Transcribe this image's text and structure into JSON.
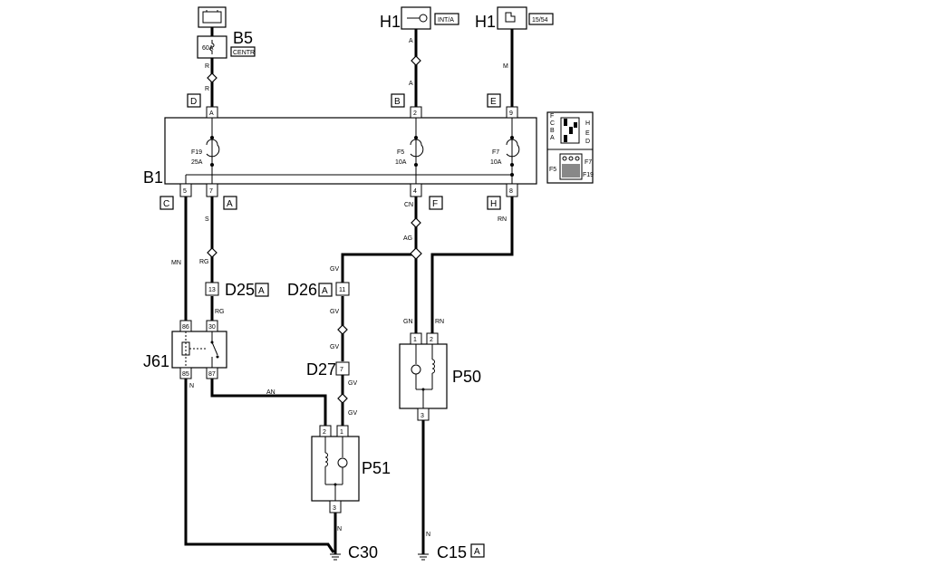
{
  "components": {
    "B5": {
      "name": "B5",
      "fuse": "60A",
      "tag": "CENTR"
    },
    "H1a": {
      "name": "H1",
      "tag": "INT/A"
    },
    "H1b": {
      "name": "H1",
      "tag": "15/54"
    },
    "B1": {
      "name": "B1"
    },
    "D25": {
      "name": "D25",
      "pin": "13",
      "tag": "A"
    },
    "D26": {
      "name": "D26",
      "pin": "11",
      "tag": "A"
    },
    "D27": {
      "name": "D27",
      "pin": "7"
    },
    "J61": {
      "name": "J61",
      "pins": [
        "86",
        "30",
        "85",
        "87"
      ]
    },
    "P50": {
      "name": "P50",
      "pins": [
        "1",
        "2",
        "3"
      ]
    },
    "P51": {
      "name": "P51",
      "pins": [
        "2",
        "1",
        "3"
      ]
    },
    "C30": {
      "name": "C30"
    },
    "C15": {
      "name": "C15",
      "tag": "A"
    }
  },
  "fuses": [
    {
      "id": "F19",
      "rating": "25A"
    },
    {
      "id": "F5",
      "rating": "10A"
    },
    {
      "id": "F7",
      "rating": "10A"
    }
  ],
  "b1_pins_top": [
    "A",
    "2",
    "9"
  ],
  "b1_pins_bottom": [
    "5",
    "7",
    "4",
    "8"
  ],
  "box_letters": {
    "D": "D",
    "B": "B",
    "E": "E",
    "C": "C",
    "A1": "A",
    "F": "F",
    "H": "H"
  },
  "wires": {
    "R1": "R",
    "R2": "R",
    "A1": "A",
    "A2": "A",
    "M": "M",
    "S": "S",
    "MN": "MN",
    "RG1": "RG",
    "RG2": "RG",
    "CN": "CN",
    "RN1": "RN",
    "AG": "AG",
    "GV1": "GV",
    "GV2": "GV",
    "GV3": "GV",
    "GV4": "GV",
    "GV5": "GV",
    "GN": "GN",
    "RN2": "RN",
    "N1": "N",
    "N2": "N",
    "N3": "N",
    "AN": "AN"
  },
  "locator": {
    "labels_top": [
      "F",
      "C",
      "B",
      "A",
      "H",
      "E",
      "D"
    ],
    "labels_bottom": [
      "F5",
      "F7",
      "F19"
    ]
  }
}
